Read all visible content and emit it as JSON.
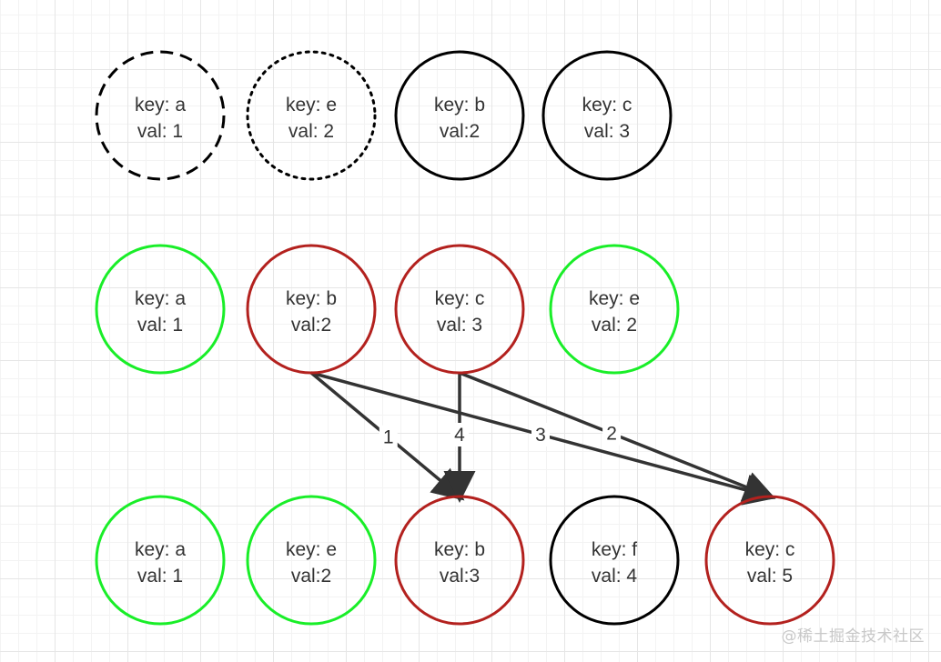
{
  "nodes": [
    {
      "key": "key: a",
      "val": "val: 1",
      "row": 0,
      "col": 0,
      "border": "#000000",
      "dash": "dashed"
    },
    {
      "key": "key: e",
      "val": "val: 2",
      "row": 0,
      "col": 1,
      "border": "#000000",
      "dash": "dotted"
    },
    {
      "key": "key: b",
      "val": "val:2",
      "row": 0,
      "col": 2,
      "border": "#000000",
      "dash": "solid"
    },
    {
      "key": "key: c",
      "val": "val: 3",
      "row": 0,
      "col": 3,
      "border": "#000000",
      "dash": "solid"
    },
    {
      "key": "key: a",
      "val": "val: 1",
      "row": 1,
      "col": 0,
      "border": "#19ee28",
      "dash": "solid"
    },
    {
      "key": "key: b",
      "val": "val:2",
      "row": 1,
      "col": 1,
      "border": "#b3211e",
      "dash": "solid"
    },
    {
      "key": "key: c",
      "val": "val: 3",
      "row": 1,
      "col": 2,
      "border": "#b3211e",
      "dash": "solid"
    },
    {
      "key": "key: e",
      "val": "val: 2",
      "row": 1,
      "col": 3,
      "border": "#19ee28",
      "dash": "solid"
    },
    {
      "key": "key: a",
      "val": "val: 1",
      "row": 2,
      "col": 0,
      "border": "#19ee28",
      "dash": "solid"
    },
    {
      "key": "key: e",
      "val": "val:2",
      "row": 2,
      "col": 1,
      "border": "#19ee28",
      "dash": "solid"
    },
    {
      "key": "key: b",
      "val": "val:3",
      "row": 2,
      "col": 2,
      "border": "#b3211e",
      "dash": "solid"
    },
    {
      "key": "key: f",
      "val": "val: 4",
      "row": 2,
      "col": 3,
      "border": "#000000",
      "dash": "solid"
    },
    {
      "key": "key: c",
      "val": "val: 5",
      "row": 2,
      "col": 4,
      "border": "#b3211e",
      "dash": "solid"
    }
  ],
  "edges": [
    {
      "from": 5,
      "to": 10,
      "label": "1"
    },
    {
      "from": 6,
      "to": 12,
      "label": "2"
    },
    {
      "from": 5,
      "to": 12,
      "label": "3"
    },
    {
      "from": 6,
      "to": 10,
      "label": "4"
    }
  ],
  "watermark": "@稀土掘金技术社区"
}
